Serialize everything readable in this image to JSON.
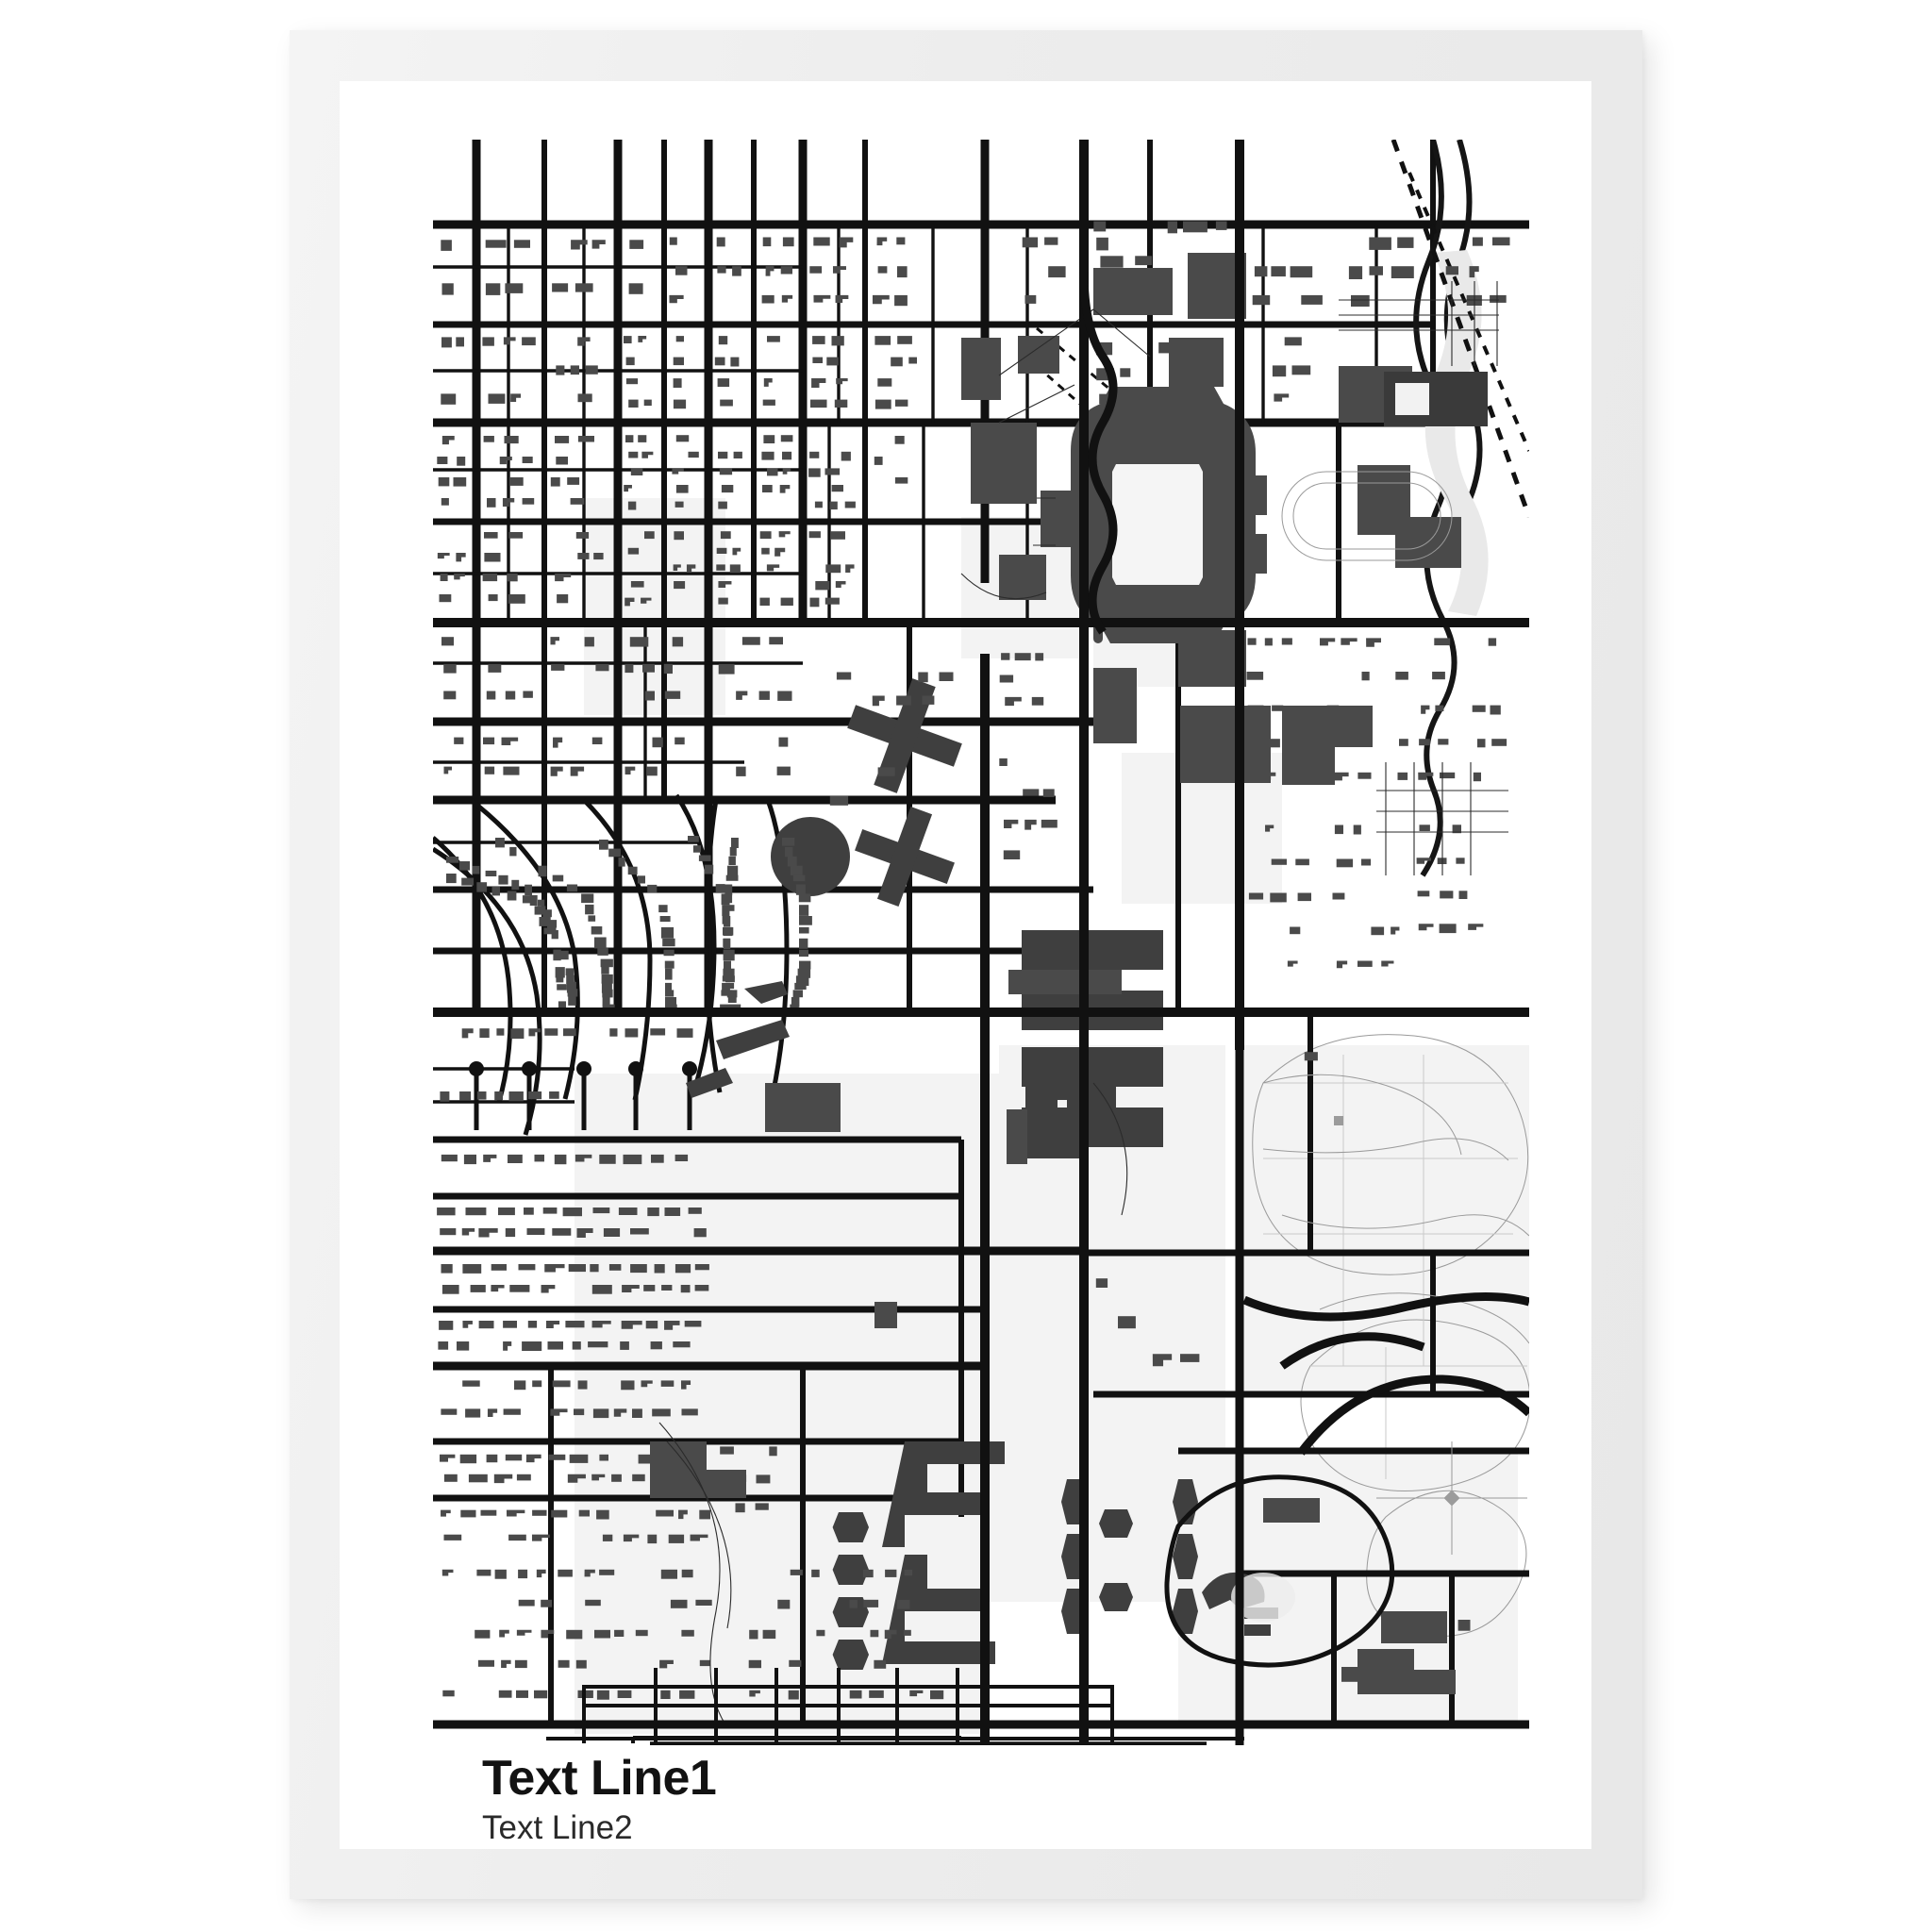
{
  "artwork": {
    "type": "framed-poster",
    "frame": {
      "color": "#ececec",
      "mat_color": "#ffffff"
    },
    "caption": {
      "line1": "Text Line1",
      "line2": "Text Line2"
    },
    "map": {
      "style": "black-and-white-line-map",
      "background": "#ffffff",
      "road_color": "#111111",
      "building_color": "#4a4a4a",
      "park_color": "#f3f3f3",
      "water_color": "#151515",
      "features": [
        "street-grid",
        "city-blocks",
        "buildings",
        "stadium-horseshoe",
        "river",
        "railroad",
        "parks",
        "residential-cul-de-sacs",
        "golf-course"
      ],
      "landmarks": [
        {
          "name": "horseshoe-stadium",
          "shape": "open-oval"
        },
        {
          "name": "x-shaped-building",
          "shape": "cross-diagonal"
        },
        {
          "name": "circular-building",
          "shape": "circle"
        },
        {
          "name": "square-courtyard-complex",
          "shape": "ring"
        }
      ]
    }
  }
}
